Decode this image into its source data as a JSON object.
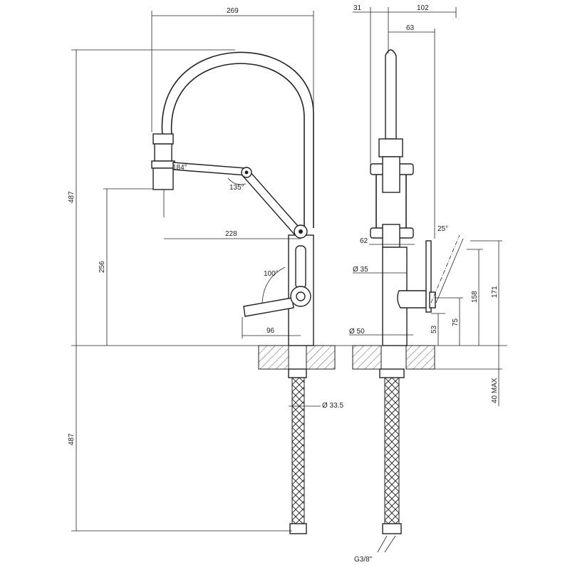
{
  "title": "Kitchen mixer tap with pull-down spray – dimension drawing",
  "front_view": {
    "width_269": "269",
    "height_487_top": "487",
    "height_256": "256",
    "reach_228": "228",
    "lever_96": "96",
    "angle_135": "135°",
    "angle_184": "184°",
    "angle_100": "100°",
    "hose_diameter": "Ø 33.5",
    "height_487_bottom": "487"
  },
  "side_view": {
    "dim_31": "31",
    "dim_102": "102",
    "dim_63": "63",
    "dim_62": "62",
    "diameter_35": "Ø 35",
    "diameter_50": "Ø 50",
    "angle_25": "25°",
    "dim_53": "53",
    "dim_75": "75",
    "dim_158": "158",
    "dim_171": "171",
    "counter_max": "40 MAX",
    "thread": "G3/8\""
  }
}
